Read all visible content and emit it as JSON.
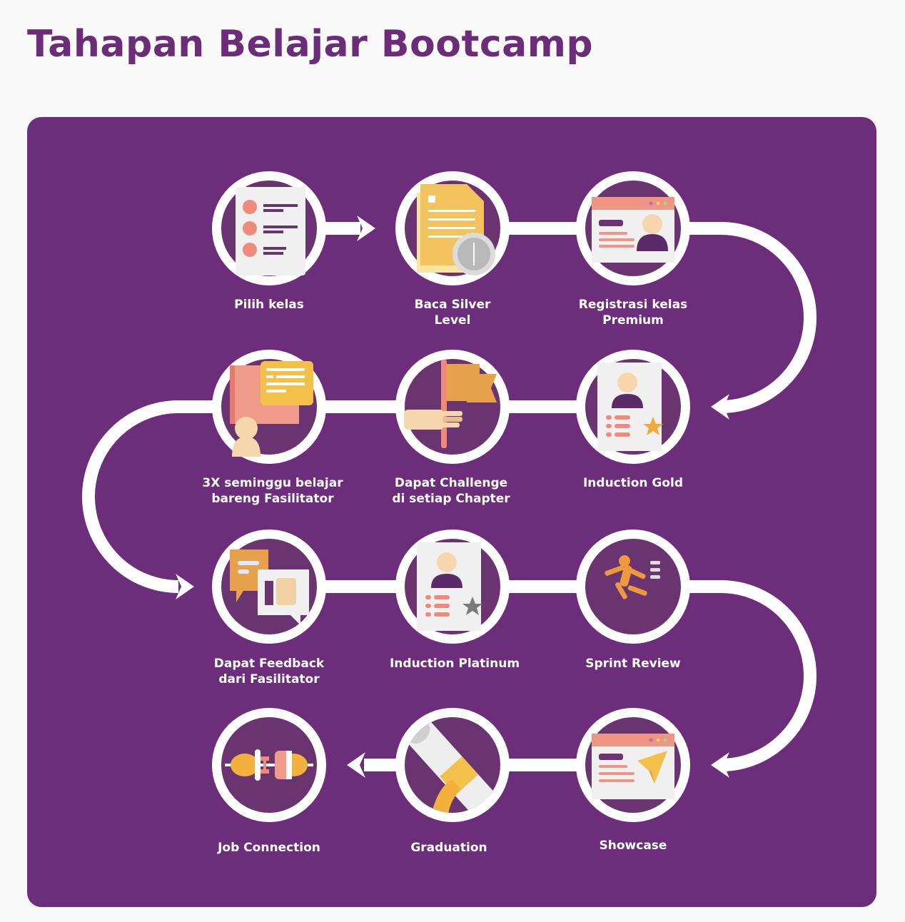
{
  "page": {
    "title": "Tahapan Belajar Bootcamp"
  },
  "colors": {
    "title": "#6b2c78",
    "panel": "#6c2d7a",
    "circle_inner": "#6a3470",
    "path": "#ffffff",
    "label": "#ffffff"
  },
  "steps": [
    {
      "order": 1,
      "label": "Pilih kelas",
      "icon": "checklist-icon"
    },
    {
      "order": 2,
      "label": "Baca Silver\nLevel",
      "icon": "document-silver-badge-icon"
    },
    {
      "order": 3,
      "label": "Registrasi kelas\nPremium",
      "icon": "browser-profile-icon"
    },
    {
      "order": 4,
      "label": "Induction Gold",
      "icon": "profile-card-gold-star-icon"
    },
    {
      "order": 5,
      "label": "Dapat Challenge\ndi setiap Chapter",
      "icon": "hand-flag-icon"
    },
    {
      "order": 6,
      "label": "3X seminggu belajar\nbareng Fasilitator",
      "icon": "book-chat-person-icon"
    },
    {
      "order": 7,
      "label": "Dapat Feedback\ndari Fasilitator",
      "icon": "chat-thumbs-up-icon"
    },
    {
      "order": 8,
      "label": "Induction Platinum",
      "icon": "profile-card-platinum-star-icon"
    },
    {
      "order": 9,
      "label": "Sprint Review",
      "icon": "running-person-icon"
    },
    {
      "order": 10,
      "label": "Showcase",
      "icon": "browser-paper-plane-icon"
    },
    {
      "order": 11,
      "label": "Graduation",
      "icon": "diploma-scroll-icon"
    },
    {
      "order": 12,
      "label": "Job Connection",
      "icon": "plug-connection-icon"
    }
  ]
}
